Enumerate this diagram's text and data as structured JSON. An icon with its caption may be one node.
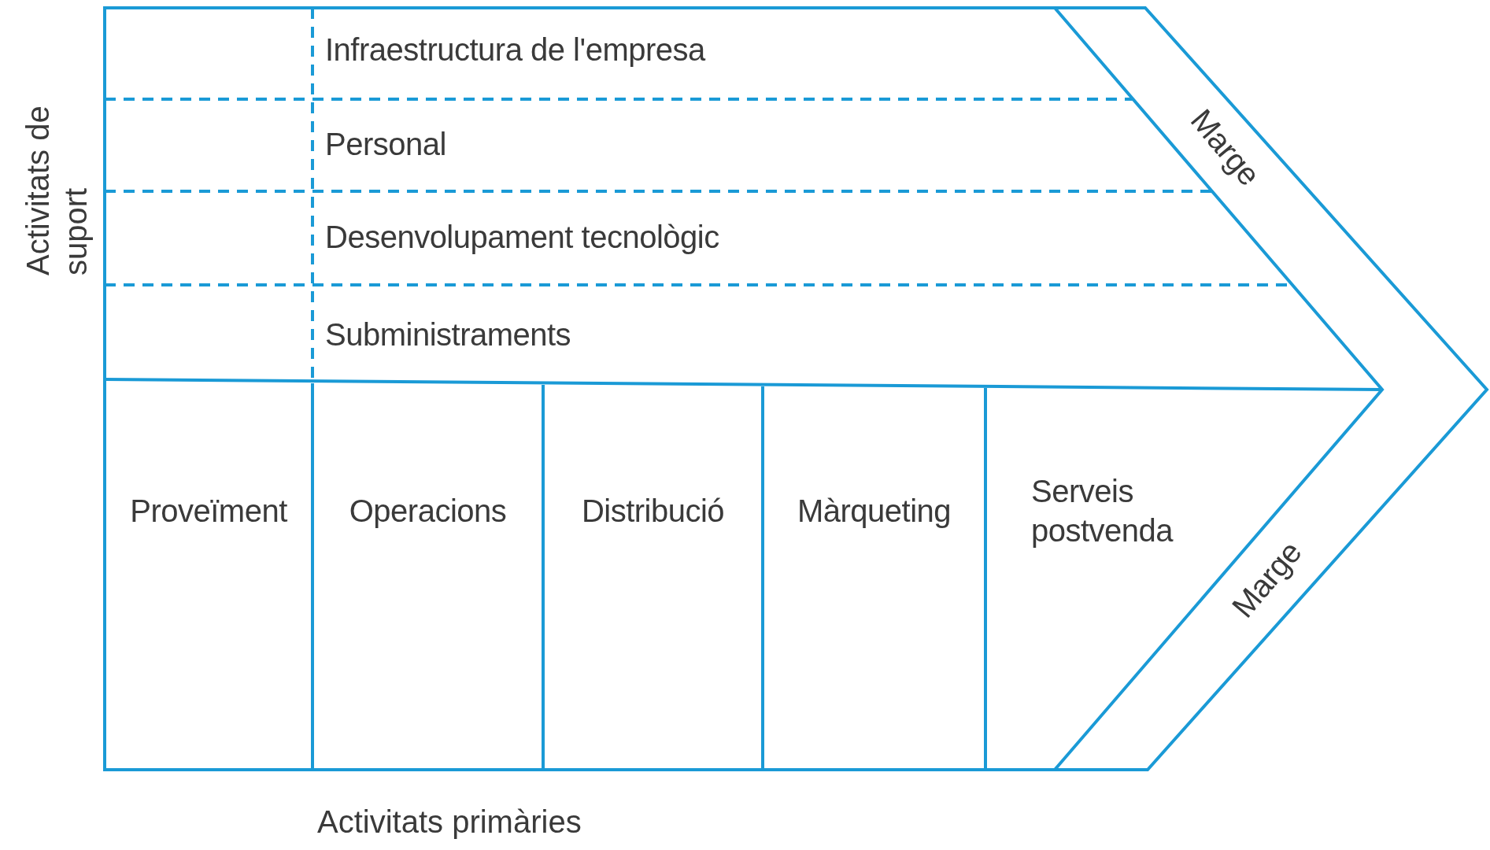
{
  "diagram": {
    "nodes": [
      {
        "text": [
          "Infraestructura de l'empresa"
        ]
      },
      {
        "text": [
          "Personal"
        ]
      },
      {
        "text": [
          "Desenvolupament tecnològic"
        ]
      },
      {
        "text": [
          "Subministraments"
        ]
      },
      {
        "text": [
          "Proveïment"
        ]
      },
      {
        "text": [
          "Operacions"
        ]
      },
      {
        "text": [
          "Distribució"
        ]
      },
      {
        "text": [
          "Màrqueting"
        ]
      },
      {
        "text": [
          "Serveis postvenda"
        ]
      },
      {
        "text": [
          "Marge"
        ]
      },
      {
        "text": [
          "Marge"
        ]
      }
    ],
    "labels": [
      "Activitats de suport",
      "Activitats primàries"
    ]
  }
}
